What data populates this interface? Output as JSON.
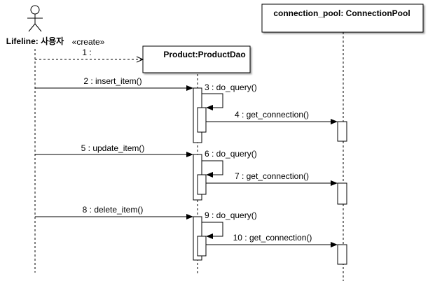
{
  "actor": {
    "label": "Lifeline: 사용자",
    "icon": "stick-figure-icon"
  },
  "participants": [
    {
      "id": "product",
      "label": "Product:ProductDao"
    },
    {
      "id": "pool",
      "label": "connection_pool: ConnectionPool"
    }
  ],
  "stereotype": "«create»",
  "messages": [
    {
      "id": "m1",
      "label": "1 :",
      "from": "actor",
      "to": "product",
      "kind": "create"
    },
    {
      "id": "m2",
      "label": "2 : insert_item()",
      "from": "actor",
      "to": "product",
      "kind": "sync"
    },
    {
      "id": "m3",
      "label": "3 : do_query()",
      "from": "product",
      "to": "product",
      "kind": "self"
    },
    {
      "id": "m4",
      "label": "4 : get_connection()",
      "from": "product",
      "to": "pool",
      "kind": "sync"
    },
    {
      "id": "m5",
      "label": "5 : update_item()",
      "from": "actor",
      "to": "product",
      "kind": "sync"
    },
    {
      "id": "m6",
      "label": "6 : do_query()",
      "from": "product",
      "to": "product",
      "kind": "self"
    },
    {
      "id": "m7",
      "label": "7 : get_connection()",
      "from": "product",
      "to": "pool",
      "kind": "sync"
    },
    {
      "id": "m8",
      "label": "8 : delete_item()",
      "from": "actor",
      "to": "product",
      "kind": "sync"
    },
    {
      "id": "m9",
      "label": "9 : do_query()",
      "from": "product",
      "to": "product",
      "kind": "self"
    },
    {
      "id": "m10",
      "label": "10 : get_connection()",
      "from": "product",
      "to": "pool",
      "kind": "sync"
    }
  ]
}
